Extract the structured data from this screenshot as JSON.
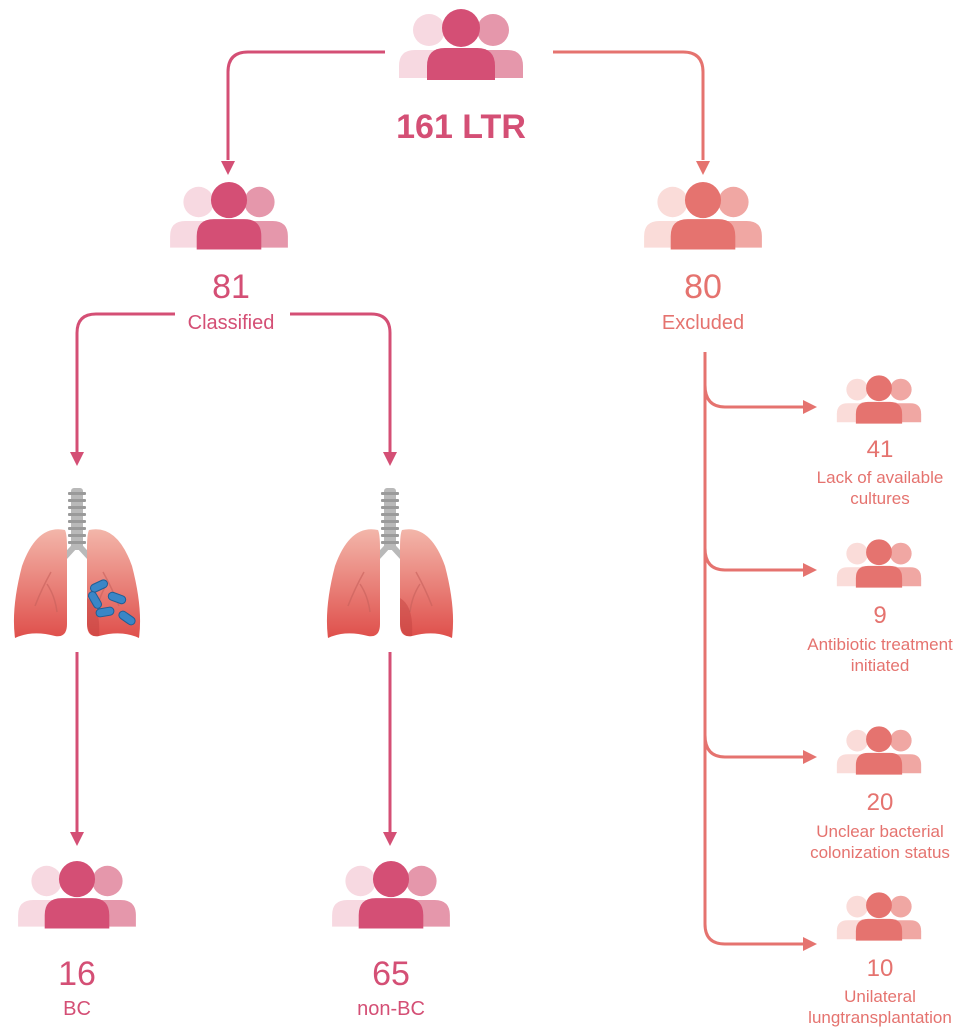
{
  "colors": {
    "pink": "#d44f75",
    "pink_mid": "#e597ab",
    "pink_light": "#f7d9e1",
    "salmon": "#e5736f",
    "salmon_mid": "#f0a7a3",
    "salmon_light": "#fadcd9",
    "lung_top": "#f2b0a4",
    "lung_bottom": "#e1534e",
    "trachea": "#b9b9b9",
    "bacteria": "#3a86c6"
  },
  "icons": {
    "people": "people-group-icon",
    "lungs": "lungs-icon",
    "bacteria": "bacteria-icon"
  },
  "top": {
    "count": "161 LTR"
  },
  "classified": {
    "count": "81",
    "label": "Classified"
  },
  "excluded": {
    "count": "80",
    "label": "Excluded"
  },
  "bc": {
    "count": "16",
    "label": "BC"
  },
  "non_bc": {
    "count": "65",
    "label": "non-BC"
  },
  "reasons": [
    {
      "count": "41",
      "line1": "Lack of available",
      "line2": "cultures"
    },
    {
      "count": "9",
      "line1": "Antibiotic treatment",
      "line2": "initiated"
    },
    {
      "count": "20",
      "line1": "Unclear bacterial",
      "line2": "colonization status"
    },
    {
      "count": "10",
      "line1": "Unilateral",
      "line2": "lungtransplantation"
    }
  ]
}
